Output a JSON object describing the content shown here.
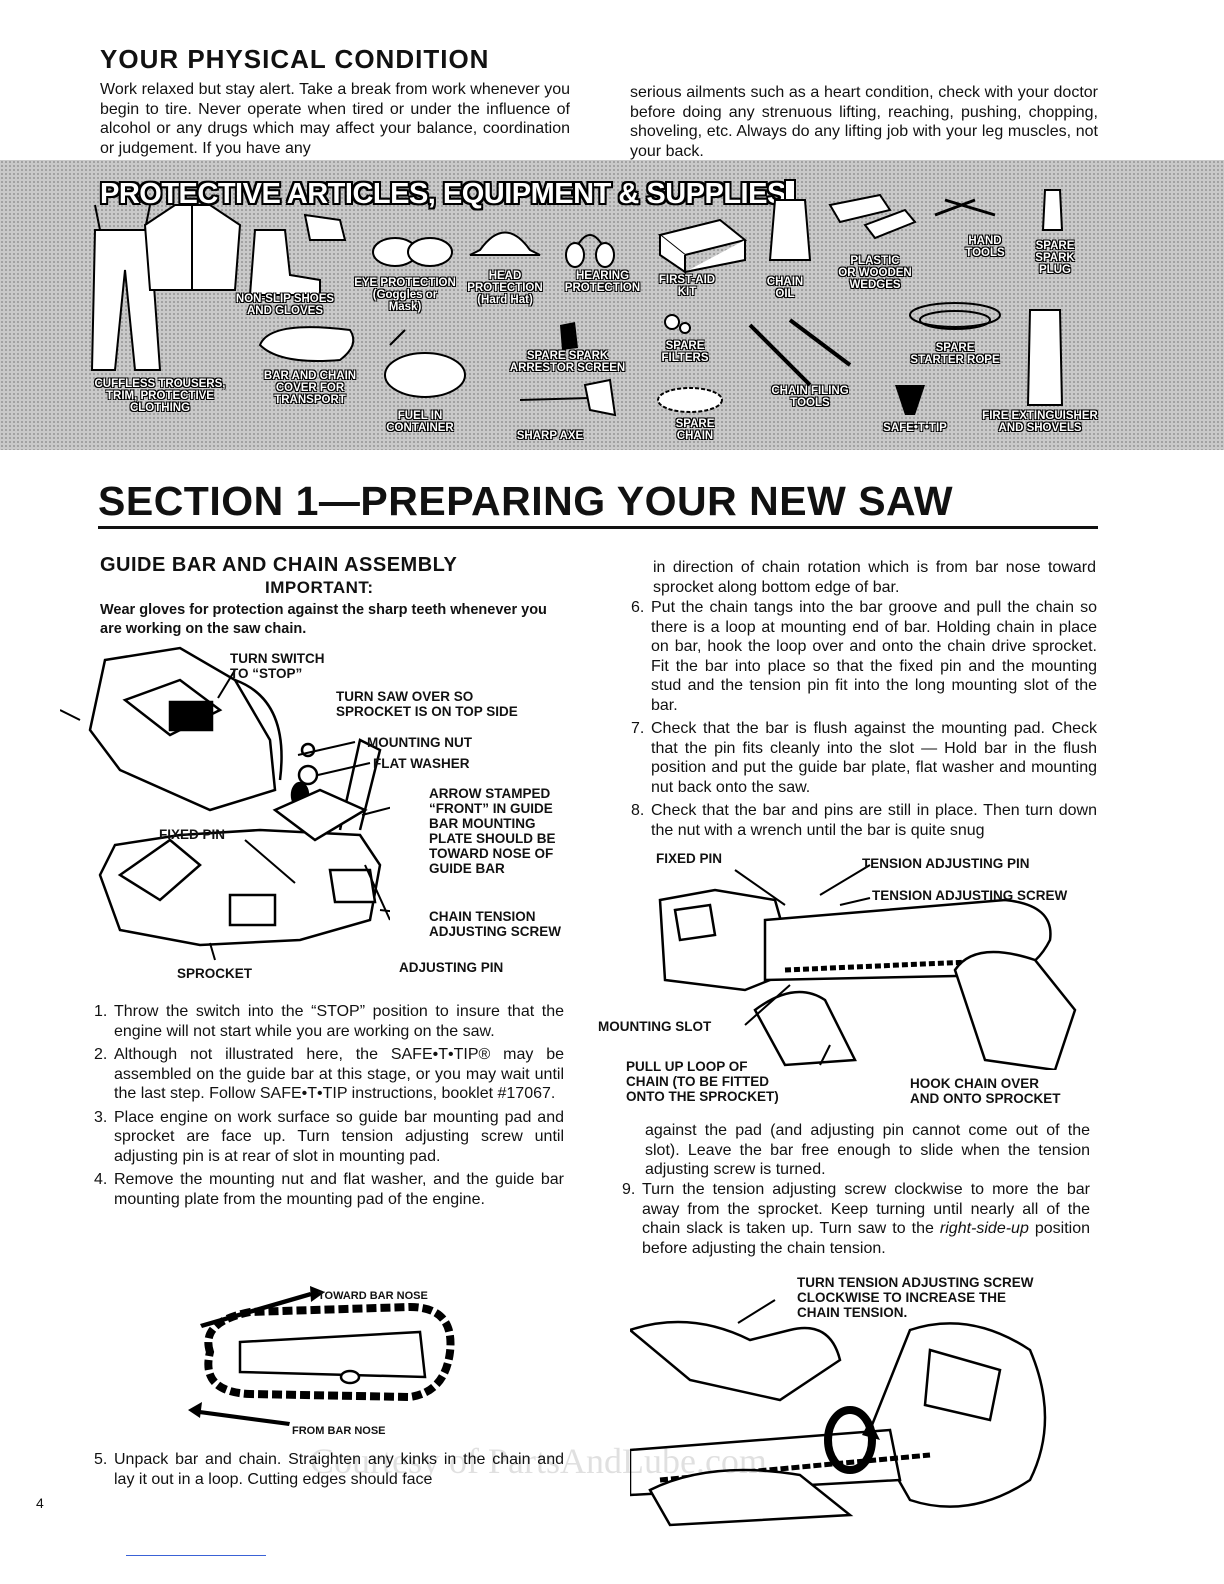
{
  "physical": {
    "title": "YOUR PHYSICAL CONDITION",
    "left": "Work relaxed but stay alert. Take a break from work whenever you begin to tire. Never operate when tired or under the influence of alcohol or any drugs which may affect your balance, coordination or judgement. If you have any",
    "right": "serious ailments such as a heart condition, check with your doctor before doing any strenuous lifting, reaching, pushing, chopping, shoveling, etc. Always do any lifting job with your leg muscles, not your back."
  },
  "banner": {
    "title": "PROTECTIVE ARTICLES, EQUIPMENT & SUPPLIES",
    "labels": {
      "non_slip": "NON-SLIP SHOES\nAND GLOVES",
      "eye": "EYE PROTECTION\n(Goggles or\nMask)",
      "head": "HEAD\nPROTECTION\n(Hard Hat)",
      "hearing": "HEARING\nPROTECTION",
      "first_aid": "FIRST-AID\nKIT",
      "chain_oil": "CHAIN\nOIL",
      "wedges": "PLASTIC\nOR WOODEN\nWEDGES",
      "hand_tools": "HAND\nTOOLS",
      "spark_plug": "SPARE\nSPARK\nPLUG",
      "trousers": "CUFFLESS TROUSERS,\nTRIM, PROTECTIVE\nCLOTHING",
      "bar_cover": "BAR AND CHAIN\nCOVER FOR\nTRANSPORT",
      "fuel": "FUEL IN\nCONTAINER",
      "arrestor": "SPARE SPARK\nARRESTOR SCREEN",
      "axe": "SHARP AXE",
      "filters": "SPARE\nFILTERS",
      "spare_chain": "SPARE\nCHAIN",
      "filing": "CHAIN FILING\nTOOLS",
      "safe_t_tip": "SAFE•T•TIP",
      "starter_rope": "SPARE\nSTARTER ROPE",
      "extinguisher": "FIRE EXTINGUISHER\nAND SHOVELS"
    }
  },
  "section": {
    "title": "SECTION 1—PREPARING YOUR NEW SAW"
  },
  "assembly": {
    "heading": "GUIDE BAR AND CHAIN ASSEMBLY",
    "important": "IMPORTANT:",
    "warning": "Wear gloves for protection against the sharp teeth whenever you are working on the saw chain.",
    "callouts": {
      "turn_switch": "TURN SWITCH\nTO “STOP”",
      "turn_saw": "TURN SAW OVER SO\nSPROCKET IS ON TOP SIDE",
      "mounting_nut": "MOUNTING NUT",
      "flat_washer": "FLAT WASHER",
      "arrow_stamped": "ARROW STAMPED\n“FRONT” IN GUIDE\nBAR MOUNTING\nPLATE SHOULD BE\nTOWARD NOSE OF\nGUIDE BAR",
      "fixed_pin": "FIXED PIN",
      "chain_tension": "CHAIN TENSION\nADJUSTING SCREW",
      "sprocket": "SPROCKET",
      "adjusting_pin": "ADJUSTING PIN",
      "toward_nose": "TOWARD BAR NOSE",
      "from_nose": "FROM BAR NOSE"
    },
    "steps_left": [
      {
        "n": "1.",
        "text": "Throw the switch into the “STOP” position to insure that the engine will not start while you are working on the saw."
      },
      {
        "n": "2.",
        "text": "Although not illustrated here, the SAFE•T•TIP® may be assembled on the guide bar at this stage, or you may wait until the last step. Follow SAFE•T•TIP instructions, booklet #17067."
      },
      {
        "n": "3.",
        "text": "Place engine on work surface so guide bar mounting pad and sprocket are face up. Turn tension adjusting screw until adjusting pin is at rear of slot in mounting pad."
      },
      {
        "n": "4.",
        "text": "Remove the mounting nut and flat washer, and the guide bar mounting plate from the mounting pad of the engine."
      }
    ],
    "step5": {
      "n": "5.",
      "text": "Unpack bar and chain. Straighten any kinks in the chain and lay it out in a loop. Cutting edges should face"
    },
    "right_intro": "in direction of chain rotation which is from bar nose toward sprocket along bottom edge of bar.",
    "steps_right": [
      {
        "n": "6.",
        "text": "Put the chain tangs into the bar groove and pull the chain so there is a loop at mounting end of bar. Holding chain in place on bar, hook the loop over and onto the chain drive sprocket. Fit the bar into place so that the fixed pin and the mounting stud and the tension pin fit into the long mounting slot of the bar."
      },
      {
        "n": "7.",
        "text": "Check that the bar is flush against the mounting pad. Check that the pin fits cleanly into the slot — Hold bar in the flush position and put the guide bar plate, flat washer and mounting nut back onto the saw."
      },
      {
        "n": "8.",
        "text": "Check that the bar and pins are still in place. Then turn down the nut with a wrench until the bar is quite snug"
      }
    ],
    "callouts_right": {
      "fixed_pin": "FIXED PIN",
      "tension_pin": "TENSION ADJUSTING PIN",
      "tension_screw": "TENSION ADJUSTING SCREW",
      "mounting_slot": "MOUNTING SLOT",
      "pull_up": "PULL UP LOOP OF\nCHAIN (TO BE FITTED\nONTO THE SPROCKET)",
      "hook_chain": "HOOK CHAIN OVER\nAND ONTO SPROCKET",
      "turn_tension": "TURN TENSION ADJUSTING SCREW\nCLOCKWISE TO INCREASE THE\nCHAIN TENSION."
    },
    "right_after": "against the pad (and adjusting pin cannot come out of the slot). Leave the bar free enough to slide when the tension adjusting screw is turned.",
    "step9": {
      "n": "9.",
      "text_a": "Turn the tension adjusting screw clockwise to more the bar away from the sprocket. Keep turning until nearly all of the chain slack is taken up. Turn saw to the ",
      "italic": "right-side-up",
      "text_b": " position before adjusting the chain tension."
    }
  },
  "footer": {
    "page_number": "4",
    "watermark": "Courtesy of PartsAndLube.com"
  }
}
